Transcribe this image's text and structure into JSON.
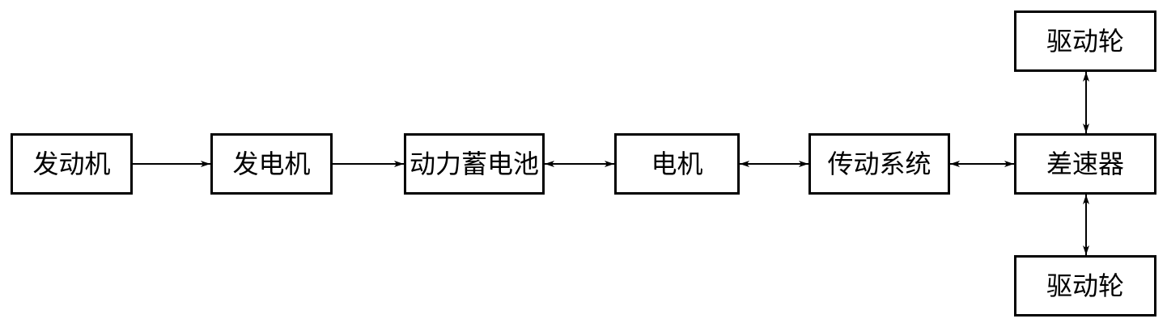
{
  "diagram": {
    "nodes": {
      "engine": "发动机",
      "generator": "发电机",
      "battery": "动力蓄电池",
      "motor": "电机",
      "transmission": "传动系统",
      "differential": "差速器",
      "wheel_top": "驱动轮",
      "wheel_bottom": "驱动轮"
    },
    "edges": [
      {
        "from": "engine",
        "to": "generator",
        "direction": "forward"
      },
      {
        "from": "generator",
        "to": "battery",
        "direction": "forward"
      },
      {
        "from": "battery",
        "to": "motor",
        "direction": "both"
      },
      {
        "from": "motor",
        "to": "transmission",
        "direction": "both"
      },
      {
        "from": "transmission",
        "to": "differential",
        "direction": "both"
      },
      {
        "from": "differential",
        "to": "wheel_top",
        "direction": "both"
      },
      {
        "from": "differential",
        "to": "wheel_bottom",
        "direction": "both"
      }
    ]
  }
}
